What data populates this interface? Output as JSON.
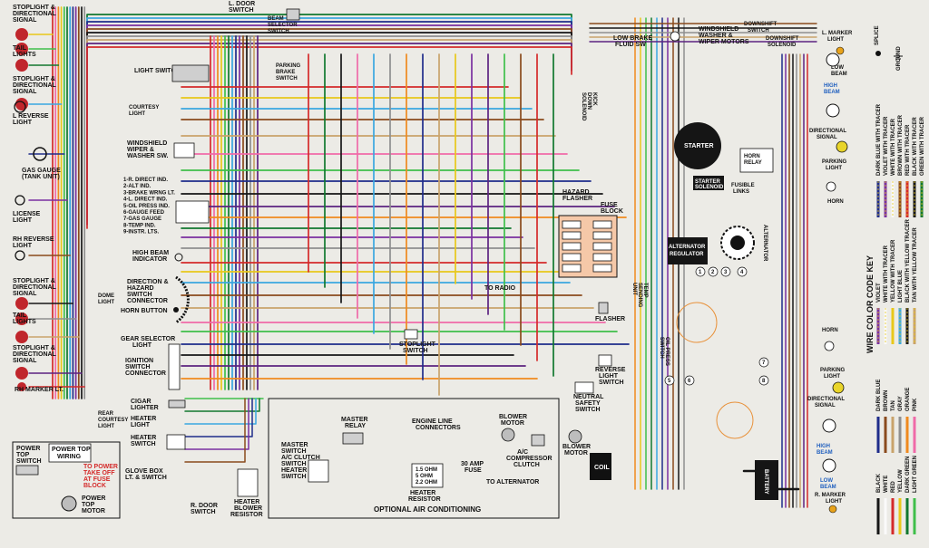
{
  "diagram": {
    "colors": {
      "background": "#ecebe6",
      "red": "#d42a2a",
      "pink": "#f06aa8",
      "orange": "#f08a1e",
      "yellow": "#e8c81a",
      "lightgreen": "#3fbf4a",
      "darkgreen": "#11782f",
      "lightblue": "#3aa7e0",
      "darkblue": "#1f2c8a",
      "violet": "#7a2fa0",
      "brown": "#8a4a1c",
      "black": "#161616",
      "gray": "#8f8f8f",
      "tan": "#c9a36b",
      "purple": "#5c2380",
      "white": "#fafafa"
    },
    "left_components": [
      {
        "id": "stoplight-top",
        "lines": [
          "STOPLIGHT &",
          "DIRECTIONAL",
          "SIGNAL"
        ]
      },
      {
        "id": "tail-top",
        "lines": [
          "TAIL",
          "LIGHTS"
        ]
      },
      {
        "id": "stoplight-2",
        "lines": [
          "STOPLIGHT &",
          "DIRECTIONAL",
          "SIGNAL"
        ]
      },
      {
        "id": "l-reverse",
        "lines": [
          "L REVERSE",
          "LIGHT"
        ]
      },
      {
        "id": "gas-gauge",
        "lines": [
          "GAS GAUGE",
          "(TANK UNIT)"
        ]
      },
      {
        "id": "license",
        "lines": [
          "LICENSE",
          "LIGHT"
        ]
      },
      {
        "id": "rh-reverse",
        "lines": [
          "RH REVERSE",
          "LIGHT"
        ]
      },
      {
        "id": "stoplight-3",
        "lines": [
          "STOPLIGHT &",
          "DIRECTIONAL",
          "SIGNAL"
        ]
      },
      {
        "id": "tail-bottom",
        "lines": [
          "TAIL",
          "LIGHTS"
        ]
      },
      {
        "id": "stoplight-4",
        "lines": [
          "STOPLIGHT &",
          "DIRECTIONAL",
          "SIGNAL"
        ]
      },
      {
        "id": "rh-marker",
        "lines": [
          "RH MARKER LT."
        ]
      }
    ],
    "mid_left_labels": {
      "light_switch": "LIGHT SWITCH",
      "windshield": [
        "WINDSHIELD",
        "WIPER &",
        "WASHER SW."
      ],
      "gauge_list": [
        "1-R. DIRECT IND.",
        "2-ALT IND.",
        "3-BRAKE WRNG LT.",
        "4-L. DIRECT IND.",
        "5-OIL PRESS IND.",
        "6-GAUGE FEED",
        "7-GAS GAUGE",
        "8-TEMP IND.",
        "9-INSTR. LTS."
      ],
      "high_beam": [
        "HIGH BEAM",
        "INDICATOR"
      ],
      "direction": [
        "DIRECTION &",
        "HAZARD",
        "SWITCH",
        "CONNECTOR"
      ],
      "horn_button": "HORN BUTTON",
      "gear_selector": [
        "GEAR SELECTOR",
        "LIGHT"
      ],
      "ignition": [
        "IGNITION",
        "SWITCH",
        "CONNECTOR"
      ],
      "cigar": [
        "CIGAR",
        "LIGHTER"
      ],
      "heater_light": [
        "HEATER",
        "LIGHT"
      ],
      "heater_switch": [
        "HEATER",
        "SWITCH"
      ],
      "glove_box": [
        "GLOVE BOX",
        "LT. & SWITCH"
      ],
      "courtesy_light": [
        "COURTESY",
        "LIGHT"
      ],
      "dome_light": [
        "DOME",
        "LIGHT"
      ],
      "rear_courtesy": [
        "REAR",
        "COURTESY",
        "LIGHT"
      ],
      "l_door": [
        "L. DOOR",
        "SWITCH"
      ],
      "beam_selector": [
        "BEAM",
        "SELECTOR",
        "SWITCH"
      ],
      "parking_brake": [
        "PARKING",
        "BRAKE",
        "SWITCH"
      ],
      "r_door": [
        "R. DOOR",
        "SWITCH"
      ],
      "heater_blower": [
        "HEATER",
        "BLOWER",
        "RESISTOR"
      ]
    },
    "power_top": {
      "switch": [
        "POWER",
        "TOP",
        "SWITCH"
      ],
      "wiring": [
        "POWER TOP",
        "WIRING"
      ],
      "take_off": [
        "TO POWER",
        "TAKE OFF",
        "AT FUSE",
        "BLOCK"
      ],
      "motor": [
        "POWER",
        "TOP",
        "MOTOR"
      ]
    },
    "center_labels": {
      "hazard_flasher": [
        "HAZARD",
        "FLASHER"
      ],
      "fuse_block": [
        "FUSE",
        "BLOCK"
      ],
      "to_radio": "TO RADIO",
      "stoplight_switch": [
        "STOPLIGHT",
        "SWITCH"
      ],
      "reverse_light": [
        "REVERSE",
        "LIGHT",
        "SWITCH"
      ],
      "neutral_safety": [
        "NEUTRAL",
        "SAFETY",
        "SWITCH"
      ],
      "flasher": "FLASHER",
      "blower_motor": [
        "BLOWER",
        "MOTOR"
      ],
      "coil": "COIL",
      "temp_sending": [
        "TEMP",
        "SENDING",
        "UNIT"
      ],
      "oil_press": [
        "OIL PRESS",
        "SWITCH"
      ],
      "kickdown": [
        "KICK",
        "DOWN",
        "SOLENOID"
      ]
    },
    "ac_box": {
      "title": "OPTIONAL AIR CONDITIONING",
      "master_relay": [
        "MASTER",
        "RELAY"
      ],
      "engine_line": [
        "ENGINE LINE",
        "CONNECTORS"
      ],
      "blower_motor": [
        "BLOWER",
        "MOTOR"
      ],
      "master_switch": [
        "MASTER",
        "SWITCH"
      ],
      "ac_clutch_switch": [
        "A/C CLUTCH",
        "SWITCH"
      ],
      "heater_switch": [
        "HEATER",
        "SWITCH"
      ],
      "compressor": [
        "A/C",
        "COMPRESSOR",
        "CLUTCH"
      ],
      "fuse": [
        "30 AMP",
        "FUSE"
      ],
      "to_alternator": "TO ALTERNATOR",
      "heater_resistor": [
        "HEATER",
        "RESISTOR"
      ],
      "ohms": [
        "1.5 OHM",
        "5 OHM",
        "2.2 OHM"
      ]
    },
    "right_labels": {
      "low_brake": [
        "LOW BRAKE",
        "FLUID SW"
      ],
      "windshield_washer": [
        "WINDSHIELD",
        "WASHER &",
        "WIPER MOTORS"
      ],
      "downshift_switch": [
        "DOWNSHIFT",
        "SWITCH"
      ],
      "downshift_solenoid": [
        "DOWNSHIFT",
        "SOLENOID"
      ],
      "l_marker": [
        "L. MARKER",
        "LIGHT"
      ],
      "low_beam": [
        "LOW",
        "BEAM"
      ],
      "high_beam": [
        "HIGH",
        "BEAM"
      ],
      "starter": "STARTER",
      "horn_relay": [
        "HORN",
        "RELAY"
      ],
      "starter_solenoid": [
        "STARTER",
        "SOLENOID"
      ],
      "fusible_links": [
        "FUSIBLE",
        "LINKS"
      ],
      "directional_signal": [
        "DIRECTIONAL",
        "SIGNAL"
      ],
      "parking_light": [
        "PARKING",
        "LIGHT"
      ],
      "horn": "HORN",
      "alternator_regulator": [
        "ALTERNATOR",
        "REGULATOR"
      ],
      "alternator": "ALTERNATOR",
      "horn_bottom": "HORN",
      "parking_light_bottom": [
        "PARKING",
        "LIGHT"
      ],
      "directional_bottom": [
        "DIRECTIONAL",
        "SIGNAL"
      ],
      "high_beam_bottom": [
        "HIGH",
        "BEAM"
      ],
      "low_beam_bottom": [
        "LOW",
        "BEAM"
      ],
      "r_marker": [
        "R. MARKER",
        "LIGHT"
      ],
      "battery": "BATTERY",
      "spark_plugs": [
        "1",
        "2",
        "3",
        "4",
        "5",
        "6",
        "7",
        "8"
      ]
    },
    "key": {
      "splice": "SPLICE",
      "ground": "GROUND",
      "title": "WIRE COLOR CODE KEY",
      "tracers": [
        "DARK BLUE WITH TRACER",
        "VIOLET WITH TRACER",
        "WHITE WITH TRACER",
        "BROWN WITH TRACER",
        "RED WITH TRACER",
        "BLACK WITH TRACER",
        "GREEN WITH TRACER"
      ],
      "tracers_2": [
        "VIOLET",
        "WHITE WITH TRACER",
        "YELLOW WITH TRACER",
        "LIGHT BLUE",
        "BLACK WITH YELLOW TRACER",
        "TAN WITH YELLOW TRACER"
      ],
      "solid_1": [
        "DARK BLUE",
        "BROWN",
        "TAN",
        "GRAY",
        "ORANGE",
        "PINK"
      ],
      "solid_2": [
        "BLACK",
        "WHITE",
        "RED",
        "YELLOW",
        "DARK GREEN",
        "LIGHT GREEN"
      ]
    }
  }
}
